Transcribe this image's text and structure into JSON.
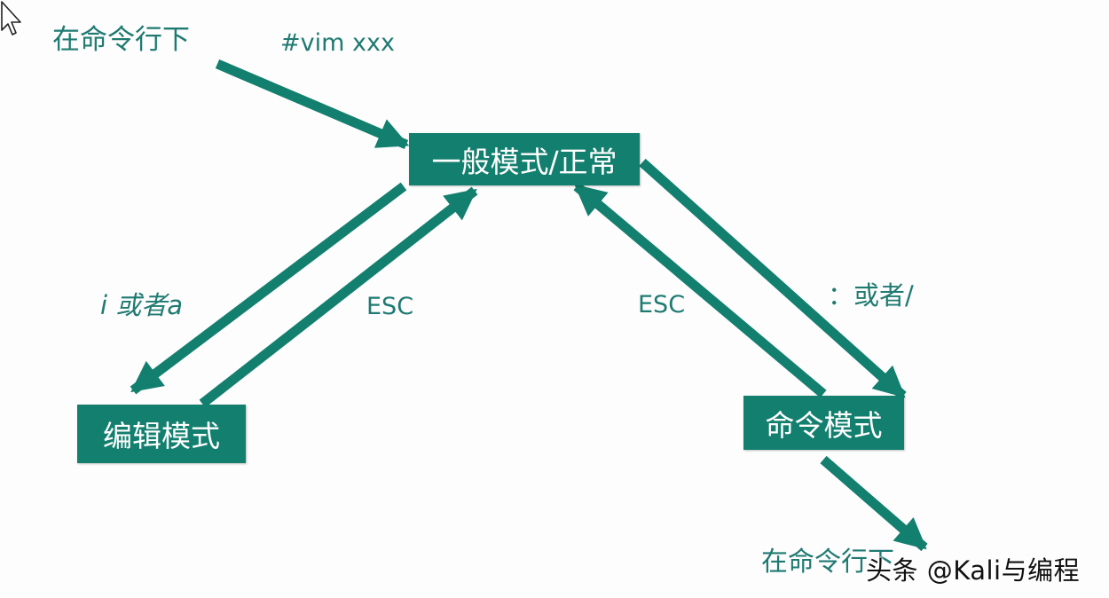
{
  "colors": {
    "box_fill": "#137f6e",
    "arrow": "#137f6e",
    "text": "#1f7a72",
    "box_text": "#ffffff"
  },
  "icons": {
    "cursor": "mouse-pointer-icon"
  },
  "labels": {
    "start_cmdline": "在命令行下",
    "start_command": "#vim  xxx",
    "to_edit": "i 或者a",
    "edit_esc": "ESC",
    "cmd_esc": "ESC",
    "to_cmd": "：或者/",
    "end_cmdline": "在命令行下"
  },
  "nodes": {
    "normal": "一般模式/正常",
    "edit": "编辑模式",
    "command": "命令模式"
  },
  "watermark": "头条 @Kali与编程"
}
